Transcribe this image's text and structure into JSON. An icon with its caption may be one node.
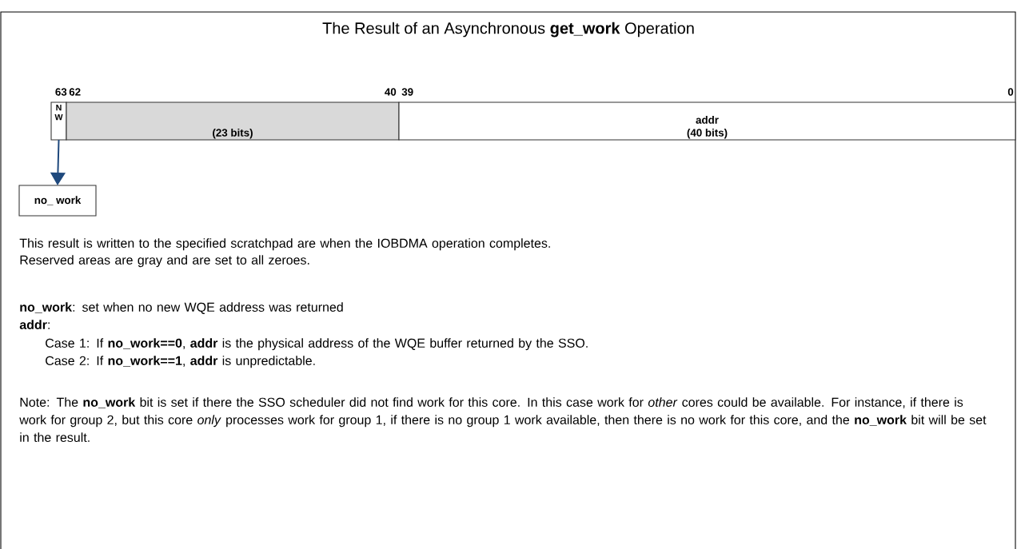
{
  "diagram": {
    "title": "The Result of an Asynchronous **get_work** Operation",
    "nodes": [
      {
        "text": [
          "N W"
        ]
      },
      {
        "text": [
          "(23 bits)"
        ]
      },
      {
        "text": [
          "addr",
          "(40 bits)"
        ]
      },
      {
        "text": [
          "no_ work"
        ]
      }
    ],
    "edges": [
      {
        "from": 0,
        "to": 3,
        "arrow": "to",
        "color": "#1f497d"
      }
    ],
    "labels": [
      "63",
      "62",
      "40",
      "39",
      "0",
      "This result is written to the specified scratchpad are when the IOBDMA operation completes.",
      "Reserved areas are gray and are set to all zeroes.",
      "**no_work**: set when no new WQE address was returned",
      "**addr**:",
      "Case 1: If **no_work==0**, **addr** is the physical address of the WQE buffer returned by the SSO.",
      "Case 2: If **no_work==1**, **addr** is unpredictable.",
      "Note: The **no_work** bit is set if there the SSO scheduler did not find work for this core. In this case work for *other* cores could be available. For instance, if there is work for group 2, but this core *only* processes work for group 1, if there is no group 1 work available, then there is no work for this core, and the **no_work** bit will be set in the result."
    ]
  }
}
